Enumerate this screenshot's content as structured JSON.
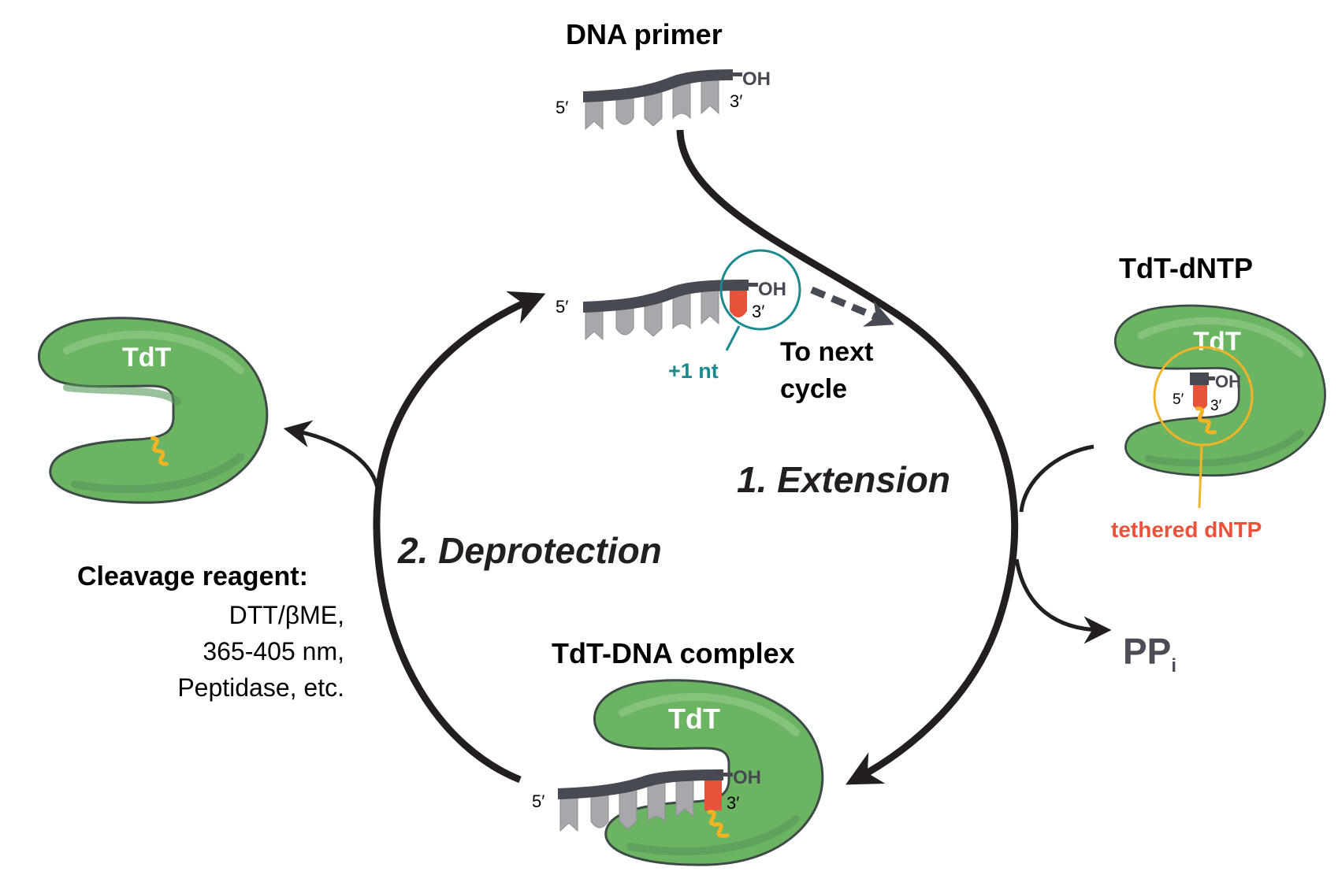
{
  "colors": {
    "background": "#ffffff",
    "arrow": "#231f20",
    "backbone": "#474a52",
    "base": "#a7a8ab",
    "base_stroke": "#8c8d90",
    "new_nucleotide": "#e8523a",
    "protein_fill": "#6ab462",
    "protein_light": "#8cc683",
    "protein_dark": "#55985a",
    "protein_stroke": "#3e4a45",
    "tether": "#f3b323",
    "highlight_circle_teal": "#1b8a8f",
    "highlight_circle_gold": "#f0b429",
    "label_teal": "#1b8a8f",
    "label_red": "#e8523a",
    "pp_label": "#4a4d55",
    "text": "#000000",
    "protein_label": "#ffffff"
  },
  "labels": {
    "dna_primer_title": "DNA primer",
    "tdt_dntp_title": "TdT-dNTP",
    "tdt_dna_complex_title": "TdT-DNA complex",
    "step1": "1. Extension",
    "step2": "2. Deprotection",
    "to_next_cycle_line1": "To next",
    "to_next_cycle_line2": "cycle",
    "plus_one_nt": "+1 nt",
    "tethered_dntp": "tethered dNTP",
    "pp_main": "PP",
    "pp_sub": "i",
    "cleavage_title": "Cleavage reagent:",
    "cleavage_items": [
      "DTT/βME,",
      "365-405 nm,",
      "Peptidase, etc."
    ],
    "protein_name": "TdT",
    "five_prime": "5′",
    "three_prime": "3′",
    "hydroxyl": "OH"
  }
}
